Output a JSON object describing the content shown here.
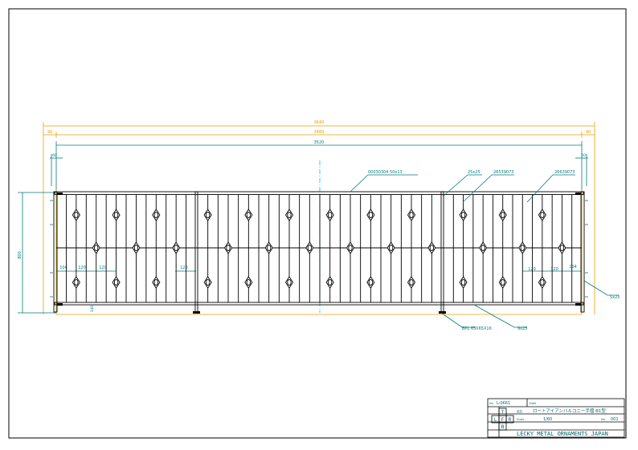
{
  "dimensions": {
    "overall": "3640",
    "left_margin": "90",
    "right_margin": "90",
    "inner": "3460",
    "post_span": "3520",
    "small_left": "60",
    "small_right": "60",
    "height": "800",
    "pitch_a": "104",
    "pitch_b": "120",
    "pitch_c": "120",
    "pitch_d": "120",
    "pitch_e": "120",
    "pitch_f": "104",
    "bottom_gap": "140"
  },
  "callouts": {
    "top_rail": "00030304_50x13",
    "post_a": "25x25",
    "baluster_a": "26539073",
    "baluster_b": "26639073",
    "end_bar": "5x25",
    "base_plate": "BPL_65X65X16",
    "bottom_rail": "9x25"
  },
  "title_block": {
    "drawing_no_label": "No.",
    "drawing_no": "L-0661",
    "date_label": "Date",
    "title_label": "品名",
    "title": "ロートアイアンバルコニー手摺 B1型",
    "scale_label": "Scale",
    "scale": "1/60",
    "sheet_label": "No.",
    "sheet": "001",
    "company": "LECKY METAL ORNAMENTS JAPAN",
    "projection_t": "T",
    "projection_l": "L",
    "projection_f": "F",
    "projection_r": "R",
    "projection_b": "B"
  },
  "colors": {
    "line": "#000000",
    "dim_orange": "#e8a100",
    "dim_teal": "#007a7a",
    "centerline": "#00c8d8",
    "title_teal": "#006a6a"
  }
}
